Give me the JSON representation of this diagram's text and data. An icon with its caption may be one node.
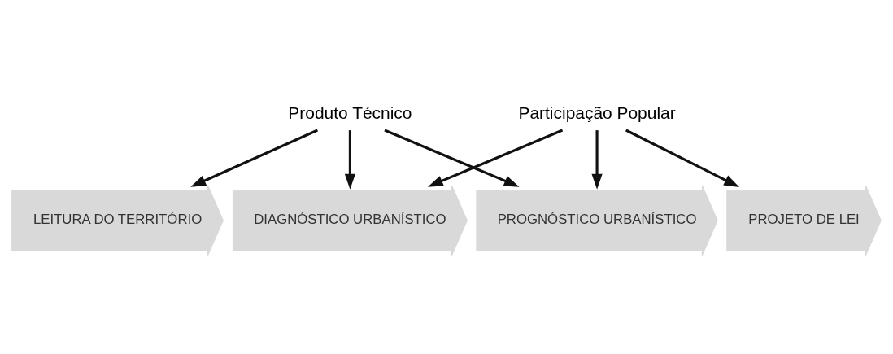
{
  "diagram": {
    "nodes": [
      {
        "text": [
          "Produto Técnico"
        ]
      },
      {
        "text": [
          "LEITURA DO TERRITÓRIO"
        ]
      },
      {
        "text": [
          "DIAGNÓSTICO URBANÍSTICO"
        ]
      },
      {
        "text": [
          "PROGNÓSTICO URBANÍSTICO"
        ]
      },
      {
        "text": [
          "PROJETO DE LEI"
        ]
      },
      {
        "text": [
          "Participação Popular"
        ]
      }
    ],
    "edges": [
      {
        "from": 0,
        "to": 1,
        "arrow": "to"
      },
      {
        "from": 0,
        "to": 2,
        "arrow": "to"
      },
      {
        "from": 0,
        "to": 3,
        "arrow": "to"
      },
      {
        "from": 5,
        "to": 2,
        "arrow": "to"
      },
      {
        "from": 5,
        "to": 3,
        "arrow": "to"
      },
      {
        "from": 5,
        "to": 4,
        "arrow": "to"
      }
    ]
  }
}
